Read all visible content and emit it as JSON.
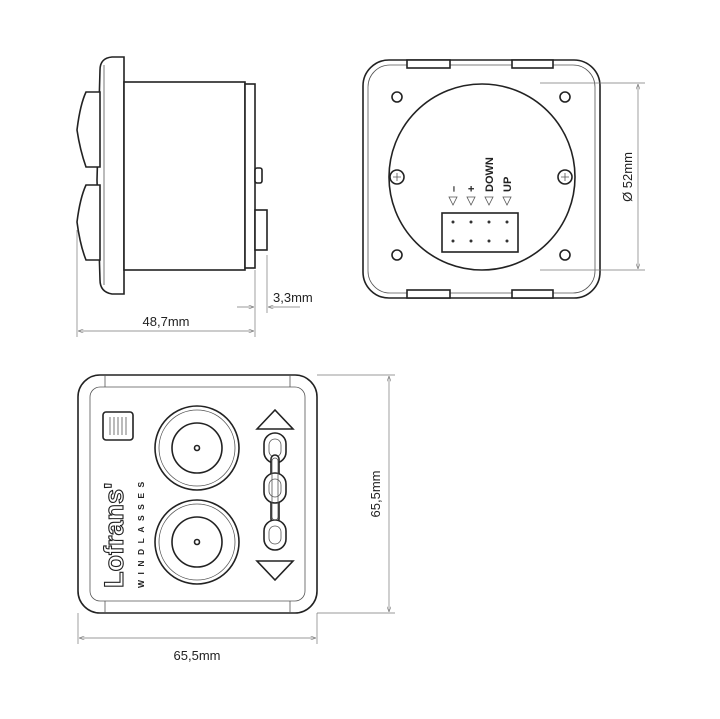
{
  "side_view": {
    "depth_dimension": "48,7mm",
    "connector_dimension": "3,3mm"
  },
  "rear_view": {
    "diameter_dimension": "Ø 52mm",
    "terminals": [
      "–",
      "+",
      "DOWN",
      "UP"
    ]
  },
  "front_view": {
    "brand": "Lofrans'",
    "brand_sub": "WINDLASSES",
    "width_dimension": "65,5mm",
    "height_dimension": "65,5mm"
  }
}
